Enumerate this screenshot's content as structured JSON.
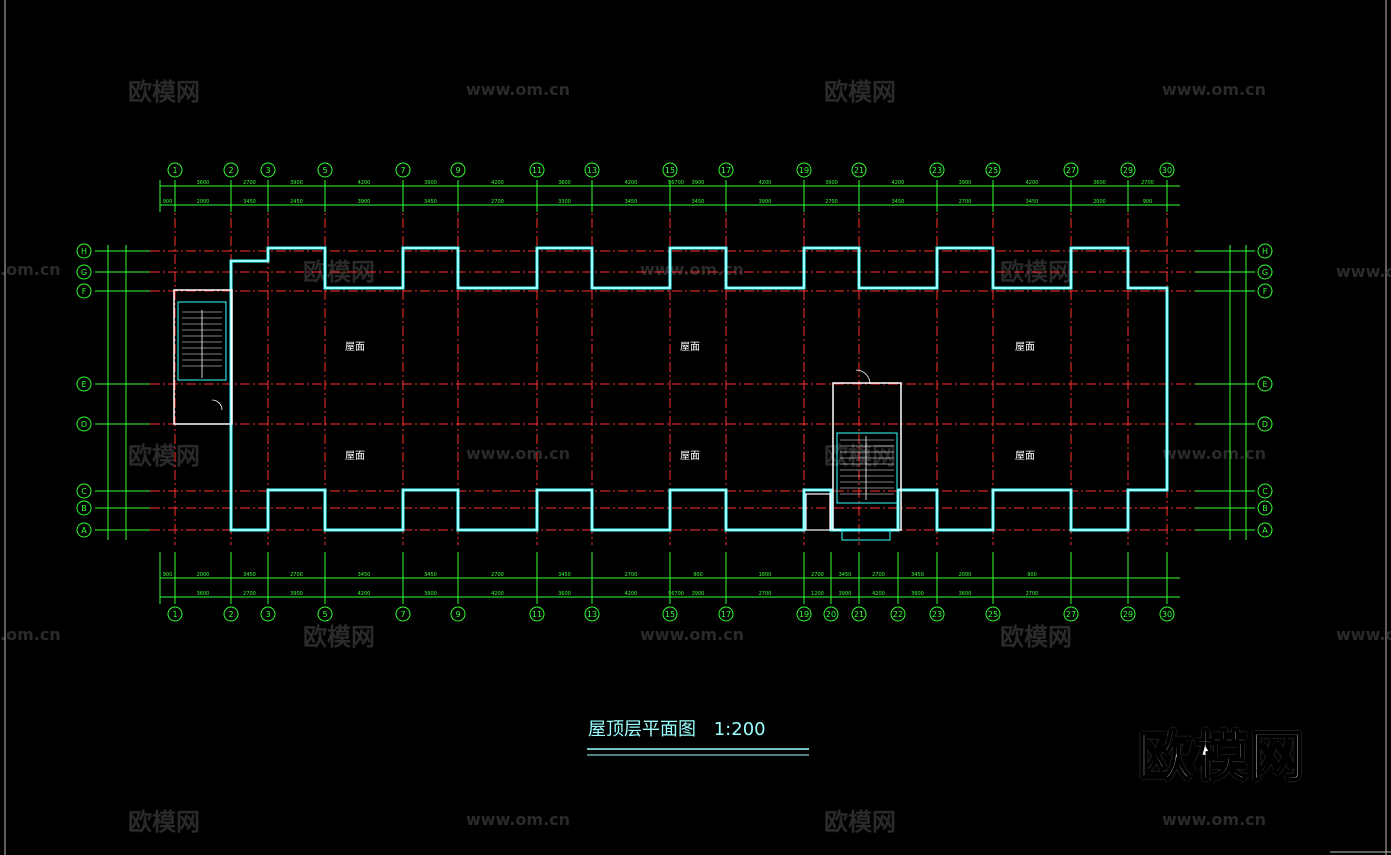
{
  "drawing": {
    "title": "屋顶层平面图",
    "scale": "1:200",
    "room_label": "屋面",
    "colors": {
      "background": "#000000",
      "axis_line": "#ff3030",
      "grid_bubble": "#33ff33",
      "dimension": "#33ff33",
      "wall": "#ffffff",
      "parapet": "#33ffff",
      "watermark": "#2a2a2a"
    },
    "top_axes": [
      "1",
      "2",
      "3",
      "5",
      "7",
      "9",
      "11",
      "13",
      "15",
      "17",
      "19",
      "21",
      "23",
      "25",
      "27",
      "29",
      "30"
    ],
    "bottom_axes": [
      "1",
      "2",
      "3",
      "5",
      "7",
      "9",
      "11",
      "13",
      "15",
      "17",
      "19",
      "20",
      "21",
      "22",
      "23",
      "25",
      "27",
      "29",
      "30"
    ],
    "side_axes": [
      "H",
      "G",
      "F",
      "E",
      "D",
      "C",
      "B",
      "A"
    ],
    "top_dims_row1": [
      "3600",
      "2700",
      "3900",
      "4200",
      "3900",
      "4200",
      "3600",
      "4200",
      "3900",
      "4200",
      "3900",
      "4200",
      "3900",
      "4200",
      "3600",
      "2700"
    ],
    "top_dims_row2": [
      "900",
      "2000",
      "3450",
      "2450",
      "3900",
      "3450",
      "2700",
      "3300",
      "3450",
      "3450",
      "3900",
      "2700",
      "3450",
      "2700",
      "3450",
      "2000",
      "900"
    ],
    "bottom_dims_row1": [
      "900",
      "2000",
      "3450",
      "2700",
      "3450",
      "3450",
      "2700",
      "3450",
      "2700",
      "900",
      "1800",
      "2700",
      "3450",
      "2700",
      "3450",
      "2000",
      "900"
    ],
    "bottom_dims_row2": [
      "3600",
      "2700",
      "3900",
      "4200",
      "3900",
      "4200",
      "3600",
      "4200",
      "3900",
      "2700",
      "1200",
      "3900",
      "4200",
      "3900",
      "3600",
      "2700"
    ],
    "total_top": "56700",
    "total_bottom": "56700"
  },
  "watermarks": {
    "brand_text": "欧模网",
    "url_text": "www.om.cn"
  },
  "logo_text": "欧模网"
}
